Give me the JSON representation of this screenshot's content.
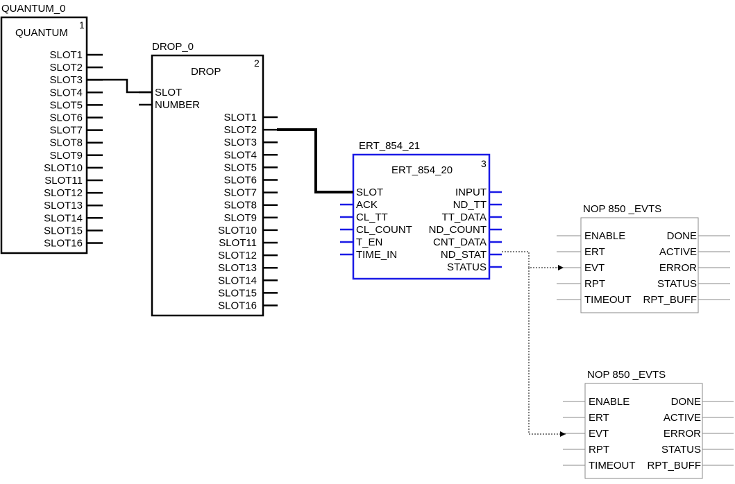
{
  "colors": {
    "stroke": "#000000",
    "accent_block": "#1a1ae6",
    "light_block": "#8a8a8a"
  },
  "quantum": {
    "instance": "QUANTUM_0",
    "type": "QUANTUM",
    "number": "1",
    "outputs": [
      "SLOT1",
      "SLOT2",
      "SLOT3",
      "SLOT4",
      "SLOT5",
      "SLOT6",
      "SLOT7",
      "SLOT8",
      "SLOT9",
      "SLOT10",
      "SLOT11",
      "SLOT12",
      "SLOT13",
      "SLOT14",
      "SLOT15",
      "SLOT16"
    ]
  },
  "drop": {
    "instance": "DROP_0",
    "type": "DROP",
    "number": "2",
    "inputs": [
      "SLOT",
      "NUMBER"
    ],
    "outputs": [
      "SLOT1",
      "SLOT2",
      "SLOT3",
      "SLOT4",
      "SLOT5",
      "SLOT6",
      "SLOT7",
      "SLOT8",
      "SLOT9",
      "SLOT10",
      "SLOT11",
      "SLOT12",
      "SLOT13",
      "SLOT14",
      "SLOT15",
      "SLOT16"
    ]
  },
  "ert": {
    "instance": "ERT_854_21",
    "type": "ERT_854_20",
    "number": "3",
    "inputs": [
      "SLOT",
      "ACK",
      "CL_TT",
      "CL_COUNT",
      "T_EN",
      "TIME_IN"
    ],
    "outputs": [
      "INPUT",
      "ND_TT",
      "TT_DATA",
      "ND_COUNT",
      "CNT_DATA",
      "ND_STAT",
      "STATUS"
    ]
  },
  "nop1": {
    "instance": "NOP 850 _EVTS",
    "inputs": [
      "ENABLE",
      "ERT",
      "EVT",
      "RPT",
      "TIMEOUT"
    ],
    "outputs": [
      "DONE",
      "ACTIVE",
      "ERROR",
      "STATUS",
      "RPT_BUFF"
    ]
  },
  "nop2": {
    "instance": "NOP 850 _EVTS",
    "inputs": [
      "ENABLE",
      "ERT",
      "EVT",
      "RPT",
      "TIMEOUT"
    ],
    "outputs": [
      "DONE",
      "ACTIVE",
      "ERROR",
      "STATUS",
      "RPT_BUFF"
    ]
  }
}
